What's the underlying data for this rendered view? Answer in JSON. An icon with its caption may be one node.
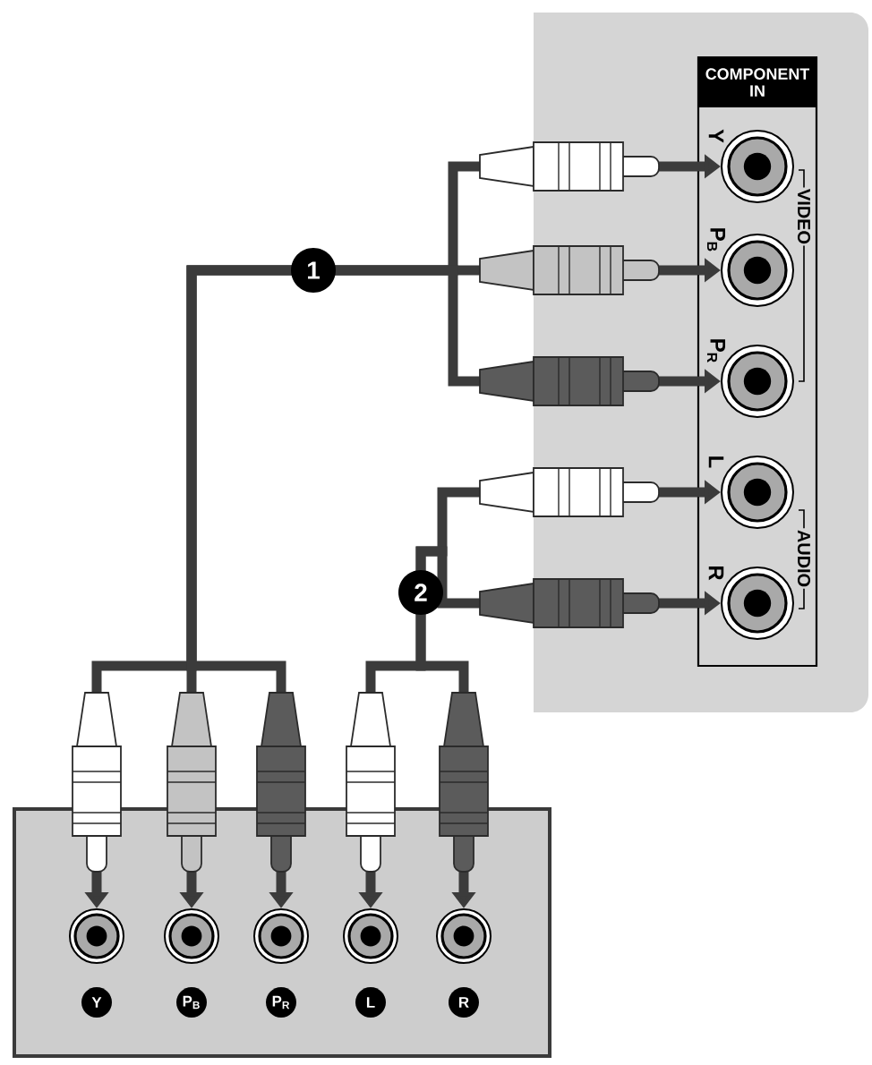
{
  "diagram": {
    "nodes": [
      {
        "text": [],
        "shape": "box"
      },
      {
        "text": [
          "COMPONENT IN"
        ],
        "in": 0
      },
      {
        "text": [],
        "shape": "circle",
        "beside": [
          "Y"
        ],
        "in": 1
      },
      {
        "text": [],
        "shape": "circle",
        "beside": [
          "P$_{B}$"
        ],
        "in": 1
      },
      {
        "text": [],
        "shape": "circle",
        "beside": [
          "P$_{R}$"
        ],
        "in": 1
      },
      {
        "text": [],
        "shape": "circle",
        "beside": [
          "L"
        ],
        "in": 1
      },
      {
        "text": [],
        "shape": "circle",
        "beside": [
          "R"
        ],
        "in": 1
      },
      {
        "text": [],
        "shape": "box"
      },
      {
        "text": [],
        "shape": "circle",
        "in": 7
      },
      {
        "text": [],
        "shape": "circle",
        "in": 7
      },
      {
        "text": [],
        "shape": "circle",
        "in": 7
      },
      {
        "text": [],
        "shape": "circle",
        "in": 7
      },
      {
        "text": [],
        "shape": "circle",
        "in": 7
      },
      {
        "text": [
          "Y"
        ],
        "in": 7
      },
      {
        "text": [
          "P$_{B}$"
        ],
        "in": 7
      },
      {
        "text": [
          "P$_{R}$"
        ],
        "in": 7
      },
      {
        "text": [
          "L"
        ],
        "in": 7
      },
      {
        "text": [
          "R"
        ],
        "in": 7
      }
    ],
    "edges": [
      {
        "from": 8,
        "to": 2,
        "arrow": "both"
      },
      {
        "from": 9,
        "to": 3,
        "arrow": "both",
        "label": "1"
      },
      {
        "from": 10,
        "to": 4,
        "arrow": "both"
      },
      {
        "from": 11,
        "to": 5,
        "arrow": "both",
        "label": "2"
      },
      {
        "from": 12,
        "to": 6,
        "arrow": "both"
      }
    ],
    "labels": [
      "VIDEO",
      "AUDIO"
    ]
  }
}
